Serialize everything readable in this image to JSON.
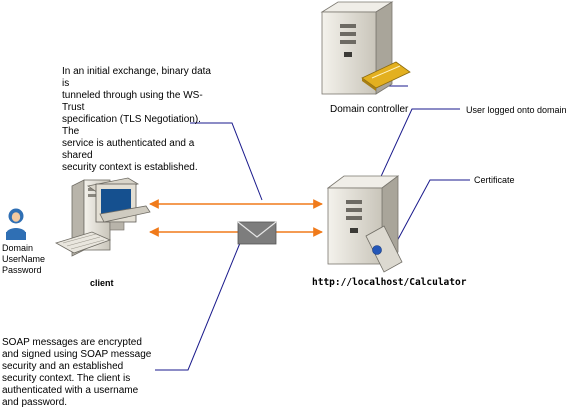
{
  "texts": {
    "intro": "In an initial exchange, binary data is\ntunneled through using the WS-Trust\nspecification (TLS Negotiation). The\nservice is authenticated and a shared\nsecurity context is established.",
    "soap": "SOAP messages are encrypted\nand signed using SOAP message\nsecurity and an established\nsecurity context. The client is\nauthenticated with a username\nand password.",
    "domain_controller": "Domain controller",
    "user_logged": "User logged onto domain",
    "certificate": "Certificate",
    "client": "client",
    "server_url": "http://localhost/Calculator",
    "credentials": "Domain\nUserName\nPassword"
  },
  "colors": {
    "arrow": "#f07a1a",
    "line": "#1a1a8c",
    "tower": "#e6e2d8",
    "tower_dark": "#a9a59a",
    "card_gold": "#e3b020",
    "user_blue": "#2f6fb4"
  },
  "icons": [
    "user-icon",
    "client-computer-icon",
    "server-icon",
    "domain-controller-icon",
    "envelope-icon",
    "certificate-icon",
    "card-icon"
  ]
}
